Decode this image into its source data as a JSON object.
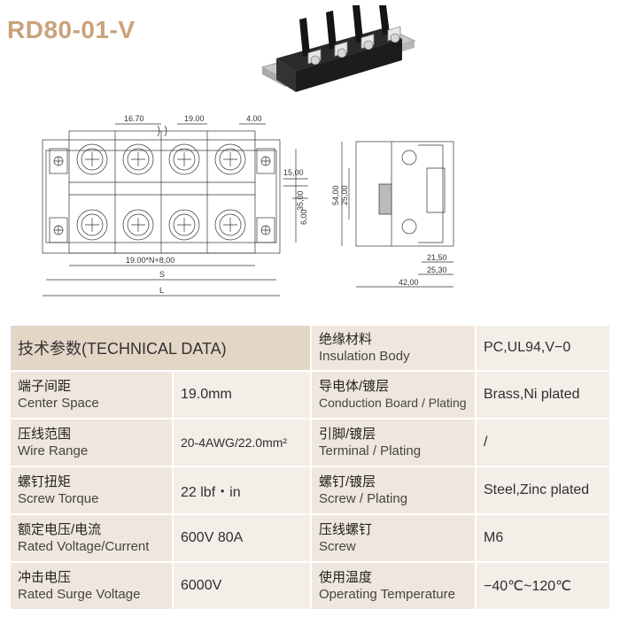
{
  "title": "RD80-01-V",
  "drawing": {
    "dim_pitch": "16.70",
    "dim_space": "19.00",
    "dim_edge": "4.00",
    "dim_15": "15,00",
    "dim_35": "35,00",
    "dim_6": "6,00",
    "dim_formula": "19.00*N+8,00",
    "dim_s": "S",
    "dim_l": "L",
    "dim_54": "54,00",
    "dim_25": "25,00",
    "dim_2150": "21,50",
    "dim_2530": "25,30",
    "dim_42": "42,00"
  },
  "table": {
    "header": "技术参数(TECHNICAL DATA)",
    "insulation": {
      "zh": "绝缘材料",
      "en": "Insulation Body",
      "value": "PC,UL94,V−0"
    },
    "rows": [
      {
        "zh1": "端子间距",
        "en1": "Center Space",
        "v1": "19.0mm",
        "zh2": "导电体/镀层",
        "en2": "Conduction Board / Plating",
        "v2": "Brass,Ni plated"
      },
      {
        "zh1": "压线范围",
        "en1": "Wire Range",
        "v1": "20-4AWG/22.0mm²",
        "zh2": "引脚/镀层",
        "en2": "Terminal / Plating",
        "v2": "/"
      },
      {
        "zh1": "螺钉扭矩",
        "en1": "Screw Torque",
        "v1": "22 lbf・in",
        "zh2": "螺钉/镀层",
        "en2": "Screw / Plating",
        "v2": "Steel,Zinc plated"
      },
      {
        "zh1": "额定电压/电流",
        "en1": "Rated Voltage/Current",
        "v1": "600V 80A",
        "zh2": "压线螺钉",
        "en2": "Screw",
        "v2": "M6"
      },
      {
        "zh1": "冲击电压",
        "en1": "Rated Surge Voltage",
        "v1": "6000V",
        "zh2": "使用温度",
        "en2": "Operating Temperature",
        "v2": "−40℃~120℃"
      }
    ]
  }
}
